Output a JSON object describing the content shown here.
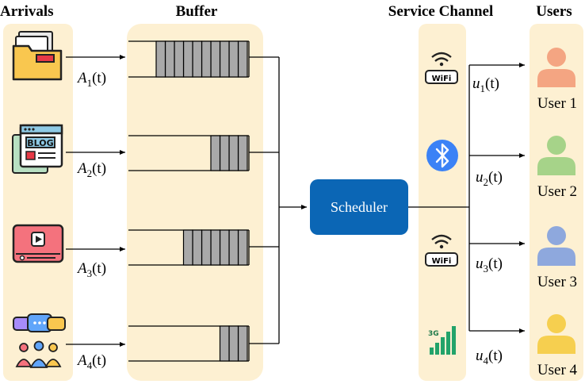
{
  "headers": {
    "arrivals": "Arrivals",
    "buffer": "Buffer",
    "service_channel": "Service Channel",
    "users": "Users"
  },
  "scheduler_label": "Scheduler",
  "arrival_rates": [
    {
      "sym": "A",
      "sub": "1",
      "arg": "(t)"
    },
    {
      "sym": "A",
      "sub": "2",
      "arg": "(t)"
    },
    {
      "sym": "A",
      "sub": "3",
      "arg": "(t)"
    },
    {
      "sym": "A",
      "sub": "4",
      "arg": "(t)"
    }
  ],
  "service_rates": [
    {
      "sym": "u",
      "sub": "1",
      "arg": "(t)"
    },
    {
      "sym": "u",
      "sub": "2",
      "arg": "(t)"
    },
    {
      "sym": "u",
      "sub": "3",
      "arg": "(t)"
    },
    {
      "sym": "u",
      "sub": "4",
      "arg": "(t)"
    }
  ],
  "users": [
    "User 1",
    "User 2",
    "User 3",
    "User 4"
  ],
  "queues": [
    {
      "filled_cells": 10
    },
    {
      "filled_cells": 4
    },
    {
      "filled_cells": 7
    },
    {
      "filled_cells": 3
    }
  ],
  "arrival_icons": [
    "folder-icon",
    "blog-page-icon",
    "video-player-icon",
    "chat-group-icon"
  ],
  "channel_icons": [
    {
      "icon": "wifi-icon",
      "label": "WiFi"
    },
    {
      "icon": "bluetooth-icon",
      "label": ""
    },
    {
      "icon": "wifi-icon",
      "label": "WiFi"
    },
    {
      "icon": "3g-signal-icon",
      "label": "3G"
    }
  ],
  "colors": {
    "panel": "#fdf0d2",
    "scheduler": "#0b66b5",
    "cell": "#a9a9a9",
    "user_colors": [
      "#f4a582",
      "#a6d389",
      "#8ea8dd",
      "#f6cf4f"
    ]
  }
}
